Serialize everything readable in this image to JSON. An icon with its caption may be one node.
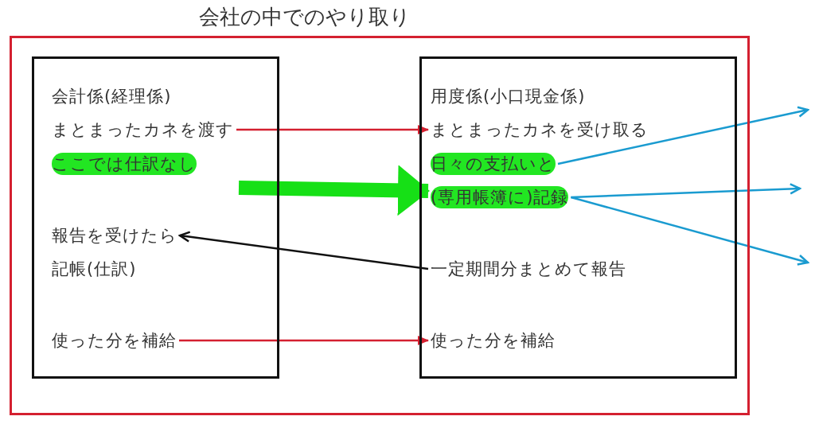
{
  "diagram": {
    "title": "会社の中でのやり取り",
    "nodes": [
      {
        "text": [],
        "shape": "box"
      },
      {
        "text": [
          "会計係(経理係)"
        ],
        "in": 0
      },
      {
        "text": [
          "まとまったカネを渡す"
        ],
        "in": 1
      },
      {
        "text": [
          "ここでは仕訳なし"
        ],
        "in": 1
      },
      {
        "text": [
          "報告を受けたら"
        ],
        "in": 1
      },
      {
        "text": [
          "記帳(仕訳)"
        ],
        "in": 1
      },
      {
        "text": [
          "使った分を補給"
        ],
        "in": 1
      },
      {
        "text": [
          "用度係(小口現金係)"
        ],
        "in": 0
      },
      {
        "text": [
          "まとまったカネを受け取る"
        ],
        "in": 7
      },
      {
        "text": [
          "日々の支払いと"
        ],
        "in": 7
      },
      {
        "text": [
          "(専用帳簿に)記録"
        ],
        "in": 7
      },
      {
        "text": [
          "一定期間分まとめて報告"
        ],
        "in": 7
      },
      {
        "text": [
          "使った分を補給"
        ],
        "in": 7
      }
    ],
    "edges": [
      {
        "from": 2,
        "to": 8,
        "arrow": "to",
        "color": "#d42030"
      },
      {
        "from": null,
        "to": 10,
        "arrow": "to",
        "style": "thick",
        "color": "#16e016"
      },
      {
        "from": 11,
        "to": 4,
        "arrow": "to",
        "color": "#111111"
      },
      {
        "from": 6,
        "to": 12,
        "arrow": "to",
        "color": "#d42030"
      },
      {
        "from": 9,
        "to": null,
        "arrow": "to",
        "color": "#1a9bd0"
      },
      {
        "from": 10,
        "to": null,
        "arrow": "to",
        "color": "#1a9bd0"
      },
      {
        "from": 10,
        "to": null,
        "arrow": "to",
        "color": "#1a9bd0"
      }
    ]
  }
}
